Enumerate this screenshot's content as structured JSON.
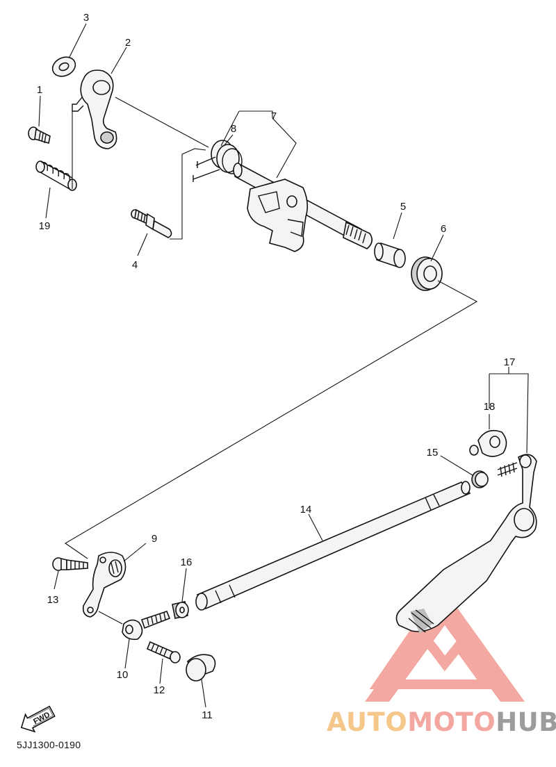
{
  "document_code": "5JJ1300-0190",
  "fwd_label": "FWD",
  "callouts": {
    "c1": "1",
    "c2": "2",
    "c3": "3",
    "c4": "4",
    "c5": "5",
    "c6": "6",
    "c7": "7",
    "c8": "8",
    "c9": "9",
    "c10": "10",
    "c11": "11",
    "c12": "12",
    "c13": "13",
    "c14": "14",
    "c15": "15",
    "c16": "16",
    "c17": "17",
    "c18": "18",
    "c19": "19"
  },
  "watermark": {
    "part_a": "AUTO",
    "part_b": "MOTO",
    "part_c": "HUB"
  },
  "colors": {
    "line": "#111111",
    "watermark_triangle": "#f08f86",
    "watermark_orange": "#f6c78a",
    "watermark_gray": "#9c9c9c"
  }
}
